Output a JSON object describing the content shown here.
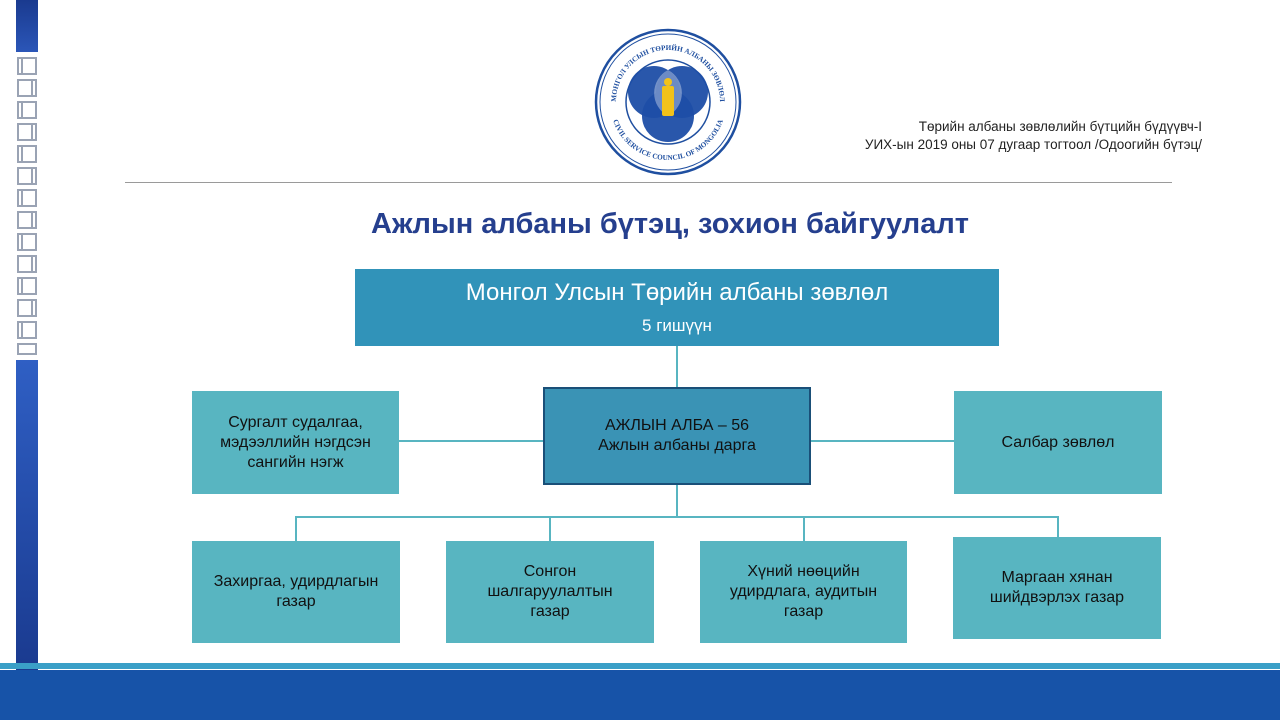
{
  "logo": {
    "text_top": "МОНГОЛ УЛСЫН ТӨРИЙН АЛБАНЫ ЗӨВЛӨЛ",
    "text_bottom": "CIVIL SERVICE COUNCIL OF MONGOLIA"
  },
  "reference": {
    "line1": "Төрийн  албаны зөвлөлийн  бүтцийн  бүдүүвч-I",
    "line2": "УИХ-ын 2019 оны 07 дугаар тогтоол /Одоогийн  бүтэц/"
  },
  "title": "Ажлын албаны бүтэц, зохион байгуулалт",
  "org": {
    "council": {
      "name": "Монгол Улсын Төрийн албаны зөвлөл",
      "members": "5 гишүүн"
    },
    "office": {
      "line1": "АЖЛЫН АЛБА – 56",
      "line2": "Ажлын албаны дарга"
    },
    "training": {
      "line1": "Сургалт судалгаа,",
      "line2": "мэдээллийн нэгдсэн",
      "line3": "сангийн нэгж"
    },
    "branch": {
      "line1": "Салбар зөвлөл"
    },
    "admin": {
      "line1": "Захиргаа, удирдлагын",
      "line2": "газар"
    },
    "selection": {
      "line1": "Сонгон",
      "line2": "шалгаруулалтын",
      "line3": "газар"
    },
    "hr": {
      "line1": "Хүний нөөцийн",
      "line2": "удирдлага, аудитын",
      "line3": "газар"
    },
    "dispute": {
      "line1": "Маргаан хянан",
      "line2": "шийдвэрлэх газар"
    }
  },
  "colors": {
    "primary_blue": "#1753a8",
    "title_blue": "#253f8e",
    "teal_box": "#58b5c1",
    "council_box": "#3193b9",
    "office_box": "#3a93b5",
    "accent_line": "#3a9fc7"
  }
}
